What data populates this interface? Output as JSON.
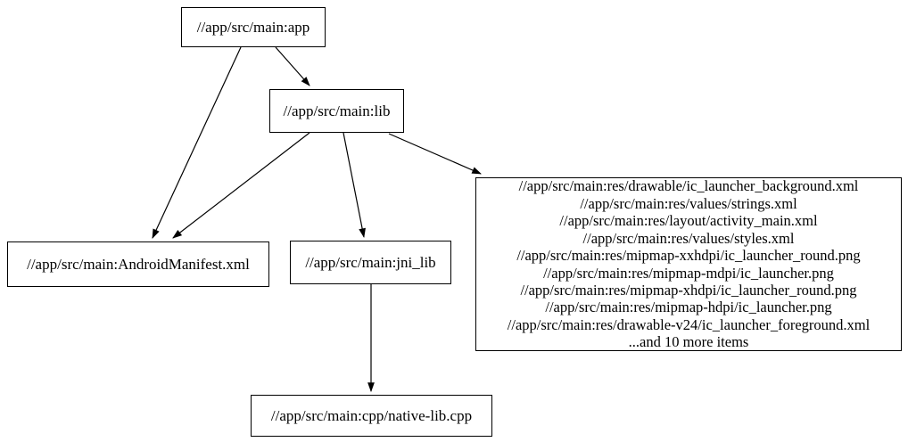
{
  "graph": {
    "background_color": "#ffffff",
    "node_border_color": "#000000",
    "node_fill_color": "#ffffff",
    "edge_color": "#000000",
    "nodes": [
      {
        "id": "app",
        "label": "//app/src/main:app"
      },
      {
        "id": "lib",
        "label": "//app/src/main:lib"
      },
      {
        "id": "android_manifest",
        "label": "//app/src/main:AndroidManifest.xml"
      },
      {
        "id": "jni_lib",
        "label": "//app/src/main:jni_lib"
      },
      {
        "id": "res_group",
        "lines": [
          "//app/src/main:res/drawable/ic_launcher_background.xml",
          "//app/src/main:res/values/strings.xml",
          "//app/src/main:res/layout/activity_main.xml",
          "//app/src/main:res/values/styles.xml",
          "//app/src/main:res/mipmap-xxhdpi/ic_launcher_round.png",
          "//app/src/main:res/mipmap-mdpi/ic_launcher.png",
          "//app/src/main:res/mipmap-xhdpi/ic_launcher_round.png",
          "//app/src/main:res/mipmap-hdpi/ic_launcher.png",
          "//app/src/main:res/drawable-v24/ic_launcher_foreground.xml",
          "...and 10 more items"
        ]
      },
      {
        "id": "native_lib_cpp",
        "label": "//app/src/main:cpp/native-lib.cpp"
      }
    ],
    "edges": [
      {
        "from": "app",
        "to": "lib"
      },
      {
        "from": "app",
        "to": "android_manifest"
      },
      {
        "from": "lib",
        "to": "android_manifest"
      },
      {
        "from": "lib",
        "to": "jni_lib"
      },
      {
        "from": "lib",
        "to": "res_group"
      },
      {
        "from": "jni_lib",
        "to": "native_lib_cpp"
      }
    ]
  }
}
